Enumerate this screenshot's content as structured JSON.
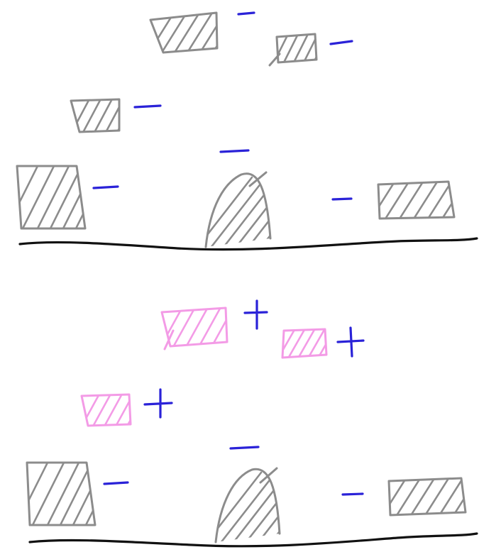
{
  "colors": {
    "background": "#ffffff",
    "negative_object": "#8c8c8c",
    "positive_object": "#f39be6",
    "sign_mark": "#2a22d8",
    "ground_line": "#111111"
  },
  "panels": [
    {
      "name": "top-scene",
      "ground": "ground-line",
      "objects": [
        {
          "kind": "rectangle",
          "label": "−",
          "state": "negative",
          "icon": "hatched-box-icon"
        },
        {
          "kind": "rectangle",
          "label": "−",
          "state": "negative",
          "icon": "hatched-box-icon"
        },
        {
          "kind": "rectangle",
          "label": "−",
          "state": "negative",
          "icon": "hatched-box-icon"
        },
        {
          "kind": "rectangle",
          "label": "−",
          "state": "negative",
          "icon": "hatched-box-icon"
        },
        {
          "kind": "dome",
          "label": "−",
          "state": "negative",
          "icon": "hatched-dome-icon"
        },
        {
          "kind": "rectangle",
          "label": "−",
          "state": "negative",
          "icon": "hatched-box-icon"
        }
      ]
    },
    {
      "name": "bottom-scene",
      "ground": "ground-line",
      "objects": [
        {
          "kind": "rectangle",
          "label": "+",
          "state": "positive",
          "icon": "hatched-box-icon"
        },
        {
          "kind": "rectangle",
          "label": "+",
          "state": "positive",
          "icon": "hatched-box-icon"
        },
        {
          "kind": "rectangle",
          "label": "+",
          "state": "positive",
          "icon": "hatched-box-icon"
        },
        {
          "kind": "rectangle",
          "label": "−",
          "state": "negative",
          "icon": "hatched-box-icon"
        },
        {
          "kind": "dome",
          "label": "−",
          "state": "negative",
          "icon": "hatched-dome-icon"
        },
        {
          "kind": "rectangle",
          "label": "−",
          "state": "negative",
          "icon": "hatched-box-icon"
        }
      ]
    }
  ]
}
